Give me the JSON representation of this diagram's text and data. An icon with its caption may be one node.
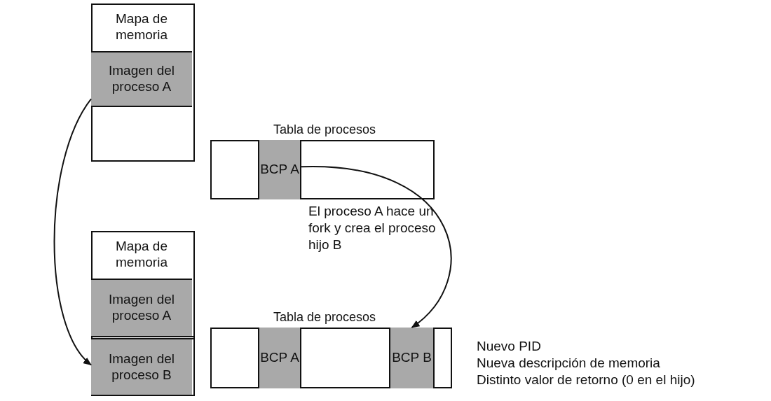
{
  "diagram": {
    "nodes": [
      {
        "text": [],
        "shape": "box"
      },
      {
        "text": [
          "Mapa de memoria"
        ],
        "in": 0
      },
      {
        "text": [
          "Imagen del proceso A"
        ],
        "in": 0
      },
      {
        "text": [
          "Tabla de procesos"
        ]
      },
      {
        "text": [
          "BCP A"
        ],
        "in": 3
      },
      {
        "text": [],
        "shape": "box"
      },
      {
        "text": [
          "Mapa de memoria"
        ],
        "in": 5
      },
      {
        "text": [
          "Imagen del proceso A"
        ],
        "in": 5
      },
      {
        "text": [
          "Imagen del proceso B"
        ],
        "in": 5
      },
      {
        "text": [
          "Tabla de procesos"
        ]
      },
      {
        "text": [
          "BCP A"
        ],
        "in": 9
      },
      {
        "text": [
          "BCP B"
        ],
        "in": 9
      }
    ],
    "edges": [
      {
        "from": 2,
        "to": 8,
        "arrow": "to"
      },
      {
        "from": 4,
        "to": 11,
        "arrow": "to"
      }
    ],
    "labels": [
      "El proceso A hace un fork y crea el proceso hijo B",
      "Nuevo PID",
      "Nueva descripción de memoria",
      "Distinto valor de retorno (0 en el hijo)"
    ]
  }
}
